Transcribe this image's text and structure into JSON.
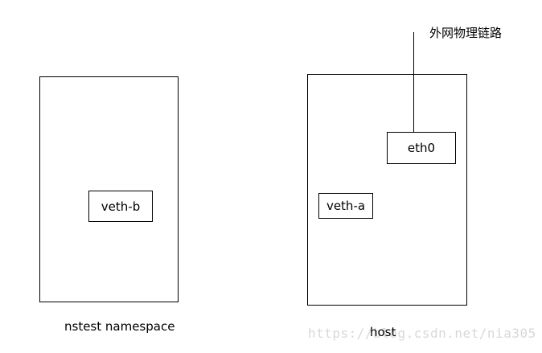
{
  "diagram": {
    "namespace_label": "nstest namespace",
    "host_label": "host",
    "external_link_label": "外网物理链路",
    "interfaces": {
      "veth_b": "veth-b",
      "veth_a": "veth-a",
      "eth0": "eth0"
    },
    "watermark": "https://blog.csdn.net/nia305"
  }
}
